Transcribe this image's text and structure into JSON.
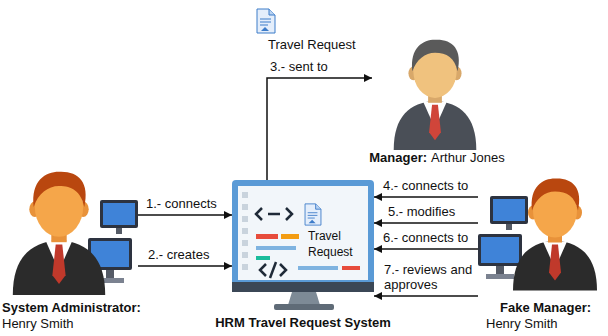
{
  "diagram": {
    "nodes": [
      {
        "text": [
          "Travel Request"
        ]
      },
      {
        "text": [
          "Manager:",
          "Arthur Jones"
        ]
      },
      {
        "text": [
          "System Administrator:",
          "Henry Smith"
        ]
      },
      {
        "text": [
          "HRM Travel Request System"
        ]
      },
      {
        "text": [
          "Travel Request"
        ],
        "in": 3
      },
      {
        "text": [
          "Fake Manager:",
          "Henry Smith"
        ]
      }
    ],
    "edges": [
      {
        "from": 2,
        "to": 3,
        "arrow": "to",
        "label": "1.- connects"
      },
      {
        "from": 2,
        "to": 3,
        "arrow": "to",
        "label": "2.- creates"
      },
      {
        "from": 3,
        "to": 1,
        "arrow": "to",
        "label": "3.- sent to"
      },
      {
        "from": 5,
        "to": 3,
        "arrow": "to",
        "label": "4.- connects to"
      },
      {
        "from": 5,
        "to": 3,
        "arrow": "to",
        "label": "5.- modifies"
      },
      {
        "from": 5,
        "to": 3,
        "arrow": "to",
        "label": "6.- connects to"
      },
      {
        "from": 5,
        "to": 3,
        "arrow": "to",
        "label": "7.- reviews and approves"
      }
    ]
  }
}
